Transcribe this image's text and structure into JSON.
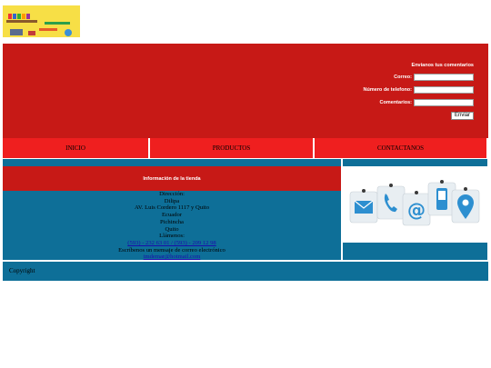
{
  "header": {
    "form": {
      "title": "Envíanos tus comentarios",
      "email_label": "Correo:",
      "phone_label": "Número de telefono:",
      "comments_label": "Comentarios:",
      "submit_label": "Enviar"
    }
  },
  "nav": {
    "items": [
      {
        "label": "INICIO"
      },
      {
        "label": "PRODUCTOS"
      },
      {
        "label": "CONTACTANOS"
      }
    ]
  },
  "info": {
    "title": "Información de la tienda",
    "lines": [
      "Dirección:",
      "Dilipa",
      "AV. Luis Cordero 1117 y Quito",
      "Ecuador",
      "Pichincha",
      "Quito",
      "Llámenos:"
    ],
    "phone_link": "(593) - 232 63 01 / (593) - 209 12 98",
    "email_text": "Escríbenos un mensaje de correo electrónico",
    "email_link": "tmdemar@hotmail.com"
  },
  "footer": {
    "text": "Copyright"
  },
  "colors": {
    "header_red": "#c71916",
    "nav_red": "#ef1f1f",
    "blue": "#0e6f98"
  }
}
